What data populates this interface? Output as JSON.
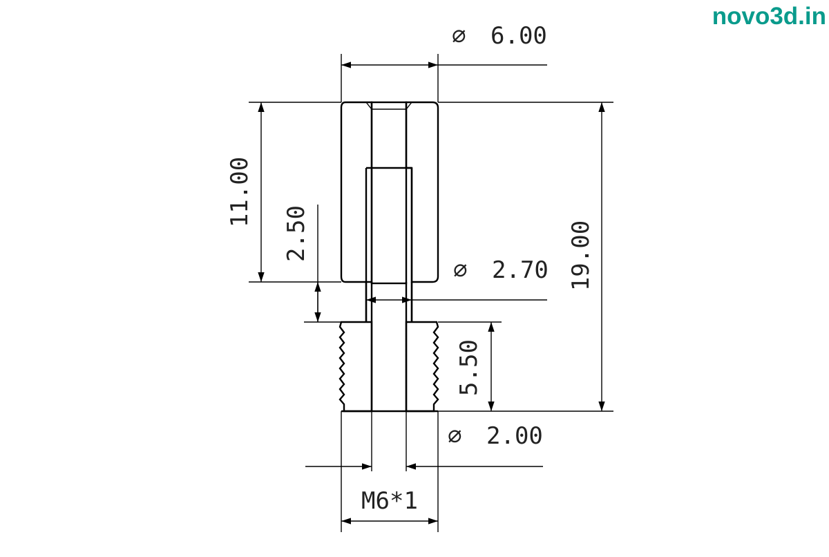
{
  "brand": {
    "text": "novo3d.in",
    "color": "#0a9b8c"
  },
  "dimensions": {
    "outer_diameter": "6.00",
    "bore_diameter_top": "2.70",
    "bore_diameter_bottom": "2.00",
    "upper_length": "11.00",
    "neck_length": "2.50",
    "thread_length": "5.50",
    "total_length": "19.00",
    "thread_spec": "M6*1"
  },
  "diameter_symbol": "∅"
}
